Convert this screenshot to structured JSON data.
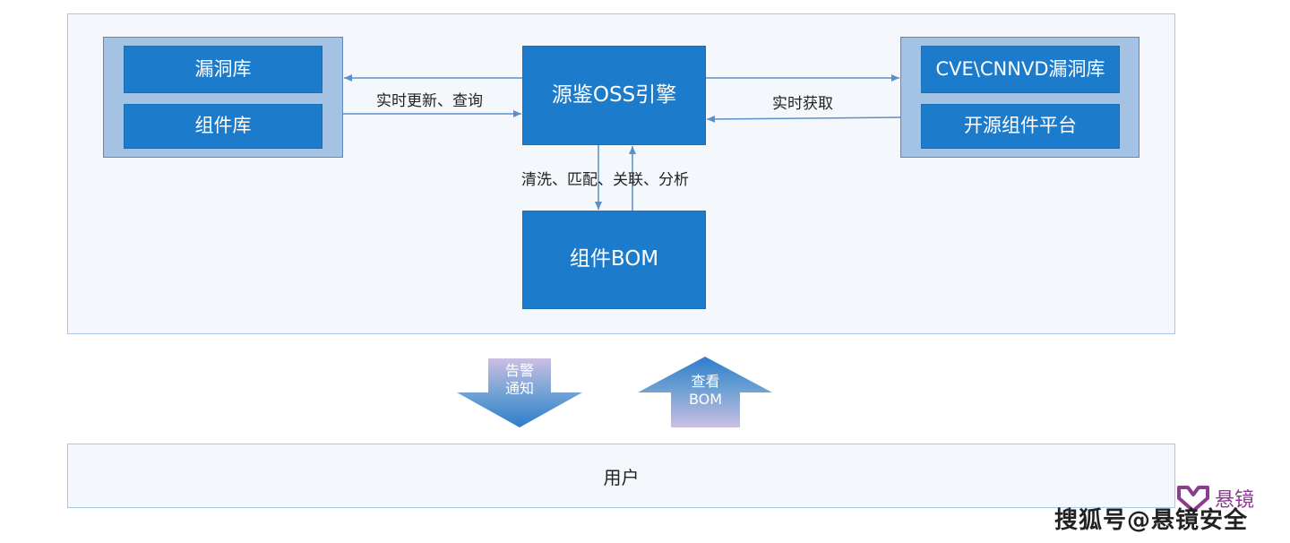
{
  "engine": {
    "title": "源鉴OSS引擎"
  },
  "left_group": {
    "items": [
      "漏洞库",
      "组件库"
    ]
  },
  "right_group": {
    "items": [
      "CVE\\CNNVD漏洞库",
      "开源组件平台"
    ]
  },
  "bom": {
    "title": "组件BOM"
  },
  "edges": {
    "left_label": "实时更新、查询",
    "right_label": "实时获取",
    "bottom_label": "清洗、匹配、关联、分析"
  },
  "flows": {
    "down": [
      "告警",
      "通知"
    ],
    "up": [
      "查看",
      "BOM"
    ]
  },
  "user": {
    "label": "用户"
  },
  "watermark": {
    "text": "搜狐号@悬镜安全",
    "logo_text": "悬镜"
  },
  "colors": {
    "box": "#1c7ccb",
    "group": "#a4c2e4",
    "panel": "#f4f8fd",
    "line": "#5b8fc9"
  }
}
